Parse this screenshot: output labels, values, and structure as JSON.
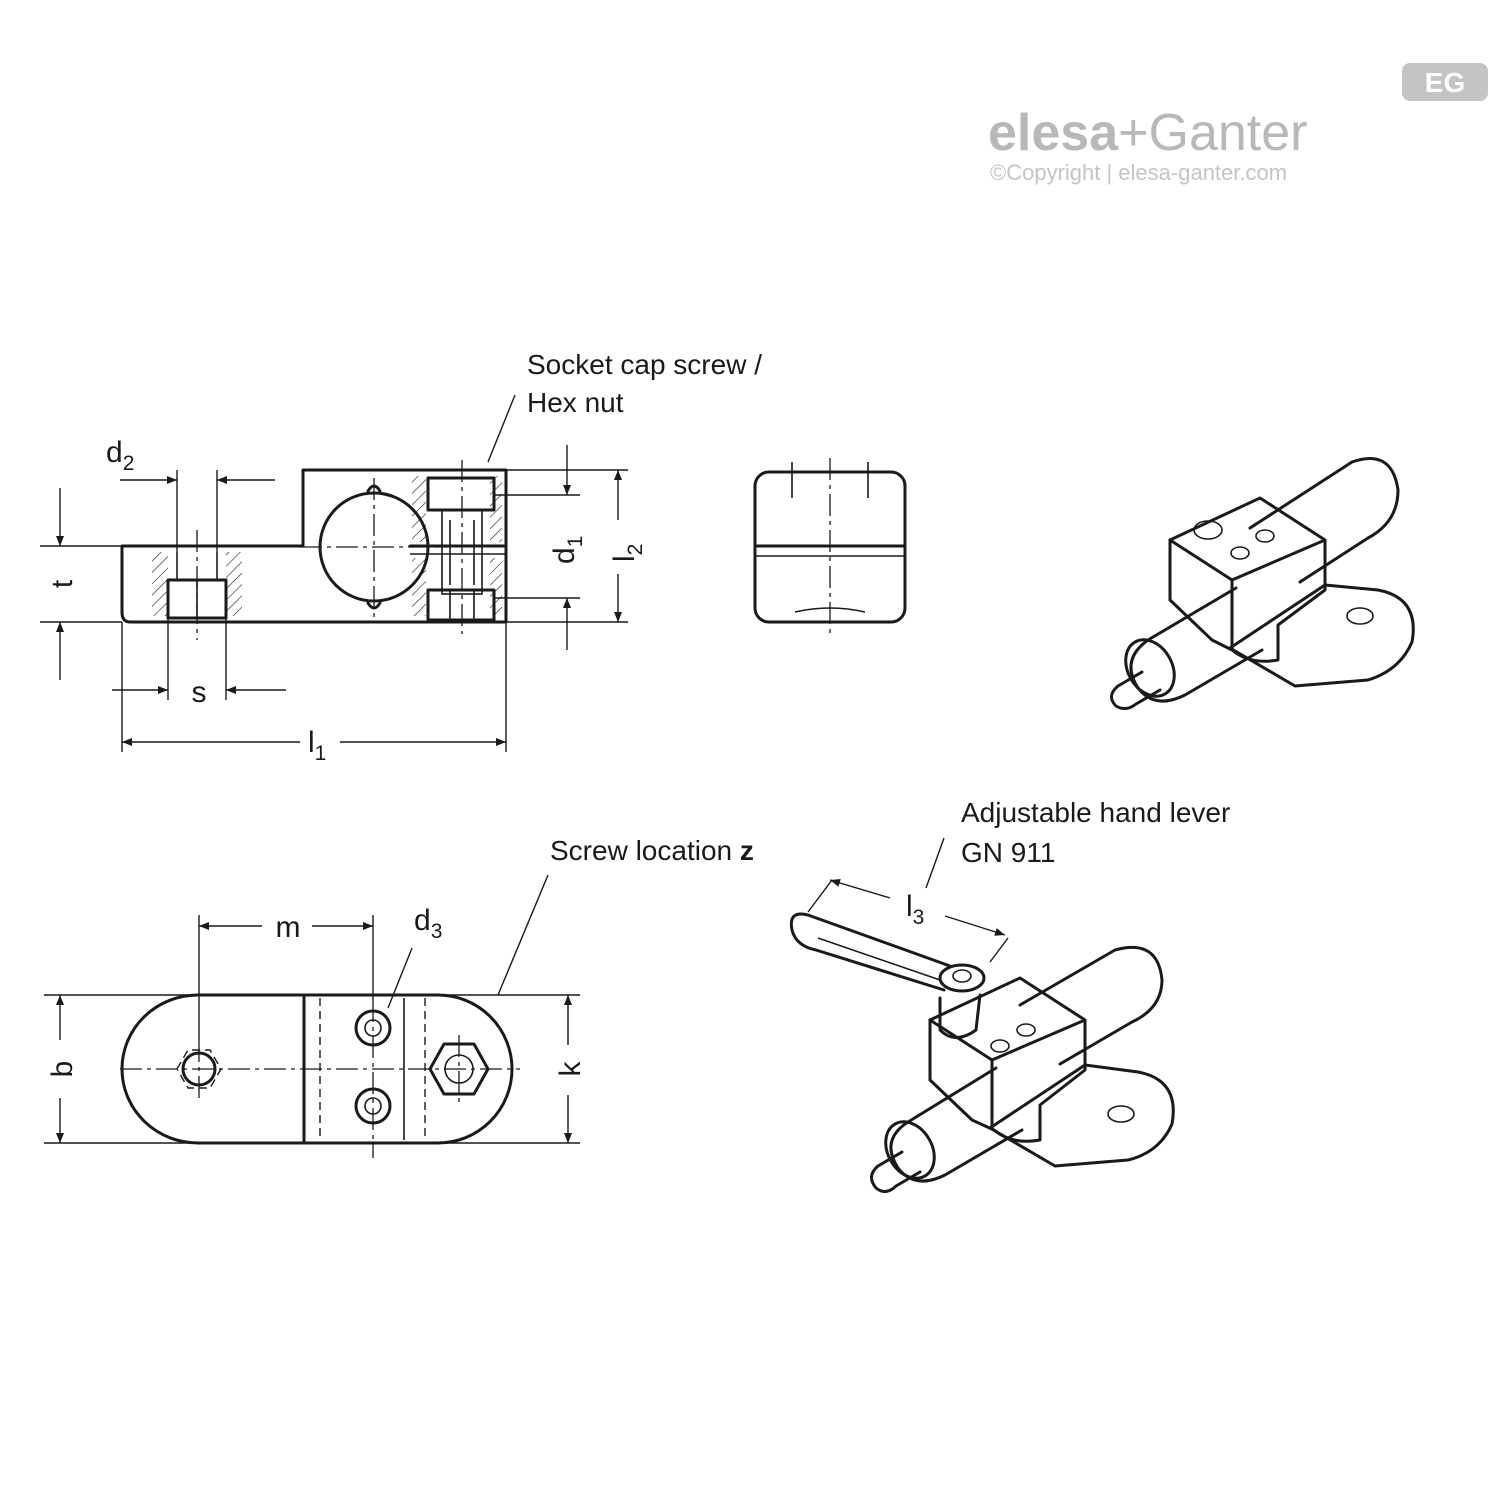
{
  "logo": {
    "badge": "EG",
    "brand_left": "elesa",
    "brand_plus": "+",
    "brand_right": "Ganter",
    "copyright": "©Copyright | elesa-ganter.com"
  },
  "labels": {
    "d2": "d",
    "d2_sub": "2",
    "t": "t",
    "s": "s",
    "l1": "l",
    "l1_sub": "1",
    "d1": "d",
    "d1_sub": "1",
    "l2": "l",
    "l2_sub": "2",
    "m": "m",
    "d3": "d",
    "d3_sub": "3",
    "b": "b",
    "k": "k",
    "l3": "l",
    "l3_sub": "3"
  },
  "notes": {
    "socket_line1": "Socket cap screw /",
    "socket_line2": "Hex nut",
    "screw_location": "Screw location ",
    "screw_location_bold": "z",
    "lever_line1": "Adjustable hand lever",
    "lever_line2": "GN 911"
  },
  "colors": {
    "line": "#1a1a1a",
    "logo_gray": "#b8b8b8"
  }
}
